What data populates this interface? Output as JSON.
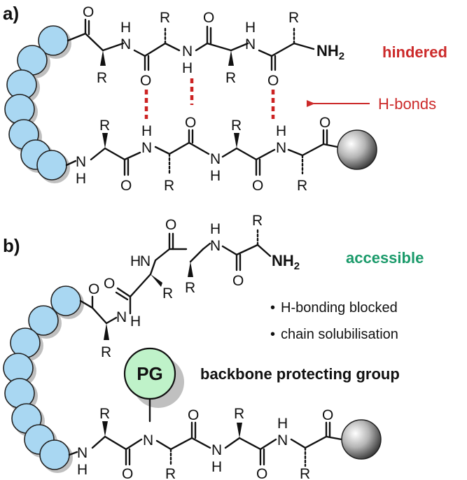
{
  "panel_a": {
    "label": "a)",
    "status_label": "hindered",
    "status_color": "#cc2a2a",
    "amine": "NH",
    "amine_sub": "2",
    "hbond_label": "H-bonds",
    "hbond_color": "#cc2a2a",
    "atoms": {
      "O": "O",
      "N": "N",
      "H": "H",
      "R": "R"
    }
  },
  "panel_b": {
    "label": "b)",
    "status_label": "accessible",
    "status_color": "#1a9a6a",
    "amine": "NH",
    "amine_sub": "2",
    "bullets": [
      "H-bonding blocked",
      "chain solubilisation"
    ],
    "bullet_glyph": "•",
    "pg_label": "PG",
    "pg_color": "#bff2c9",
    "pg_caption": "backbone protecting group"
  },
  "resin_bead_color": "#a9d7f2",
  "support_sphere": "grey-sphere"
}
